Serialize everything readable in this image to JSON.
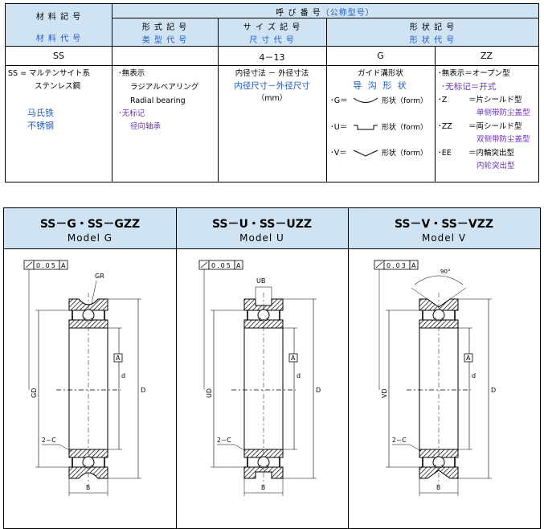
{
  "table": {
    "header": {
      "material_code_jp": "材 料 記 号",
      "material_code_cn": "材 料 代 号",
      "designation_jp": "呼 び 番 号",
      "designation_note": "（公称型号）",
      "type_code_jp": "形 式 記 号",
      "type_code_cn": "类 型 代 号",
      "size_code_jp": "サ イ ズ 記 号",
      "size_code_cn": "尺 寸 代 号",
      "shape_code_jp": "形 状 記 号",
      "shape_code_cn": "形 状 代 号"
    },
    "values": {
      "material": "SS",
      "type": "",
      "size": "4－13",
      "shape1": "G",
      "shape2": "ZZ"
    },
    "material_col": {
      "line1": "SS = マルテンサイト系",
      "line2": "ステンレス鋼",
      "cn1": "马氏铁",
      "cn2": "不锈钢"
    },
    "type_col": {
      "line1": "･無表示",
      "line2": "ラジアルベアリング",
      "line3": "Radial bearing",
      "cn1": "･无标记",
      "cn2": "径向轴承"
    },
    "size_col": {
      "line1": "内径寸法 － 外径寸法",
      "cn1": "内径尺寸－外径尺寸",
      "unit": "（mm）"
    },
    "groove_col": {
      "title": "ガイド溝形状",
      "cn_title": "导 沟 形 状",
      "g_label": "･G＝",
      "u_label": "･U＝",
      "v_label": "･V＝",
      "form_text": "形状（form）"
    },
    "seal_col": {
      "line1": "･無表示＝オープン型",
      "cn1": "･无标记＝开式",
      "z_label": "･Z",
      "z_text": "＝片シールド型",
      "z_cn": "单侧带防尘盖型",
      "zz_label": "･ZZ",
      "zz_text": "＝両シールド型",
      "zz_cn": "双侧带防尘盖型",
      "ee_label": "･EE",
      "ee_text": "＝内輪突出型",
      "ee_cn": "内轮突出型"
    }
  },
  "models": [
    {
      "title": "SS－G・SS－GZZ",
      "subtitle": "Model  G",
      "tol_value": "0.05",
      "datum": "A",
      "labels": {
        "top": "GR",
        "left": "GD",
        "chamfer": "2－C",
        "bore": "d",
        "outer": "D",
        "width": "B",
        "datum_box": "A"
      }
    },
    {
      "title": "SS－U・SS－UZZ",
      "subtitle": "Model  U",
      "tol_value": "0.05",
      "datum": "A",
      "labels": {
        "top": "UB",
        "left": "UD",
        "chamfer": "2－C",
        "bore": "d",
        "outer": "D",
        "width": "B",
        "datum_box": "A"
      }
    },
    {
      "title": "SS－V・SS－VZZ",
      "subtitle": "Model  V",
      "tol_value": "0.03",
      "datum": "A",
      "labels": {
        "top": "90°",
        "left": "VD",
        "chamfer": "2－C",
        "bore": "d",
        "outer": "D",
        "width": "B",
        "datum_box": "A"
      }
    }
  ]
}
